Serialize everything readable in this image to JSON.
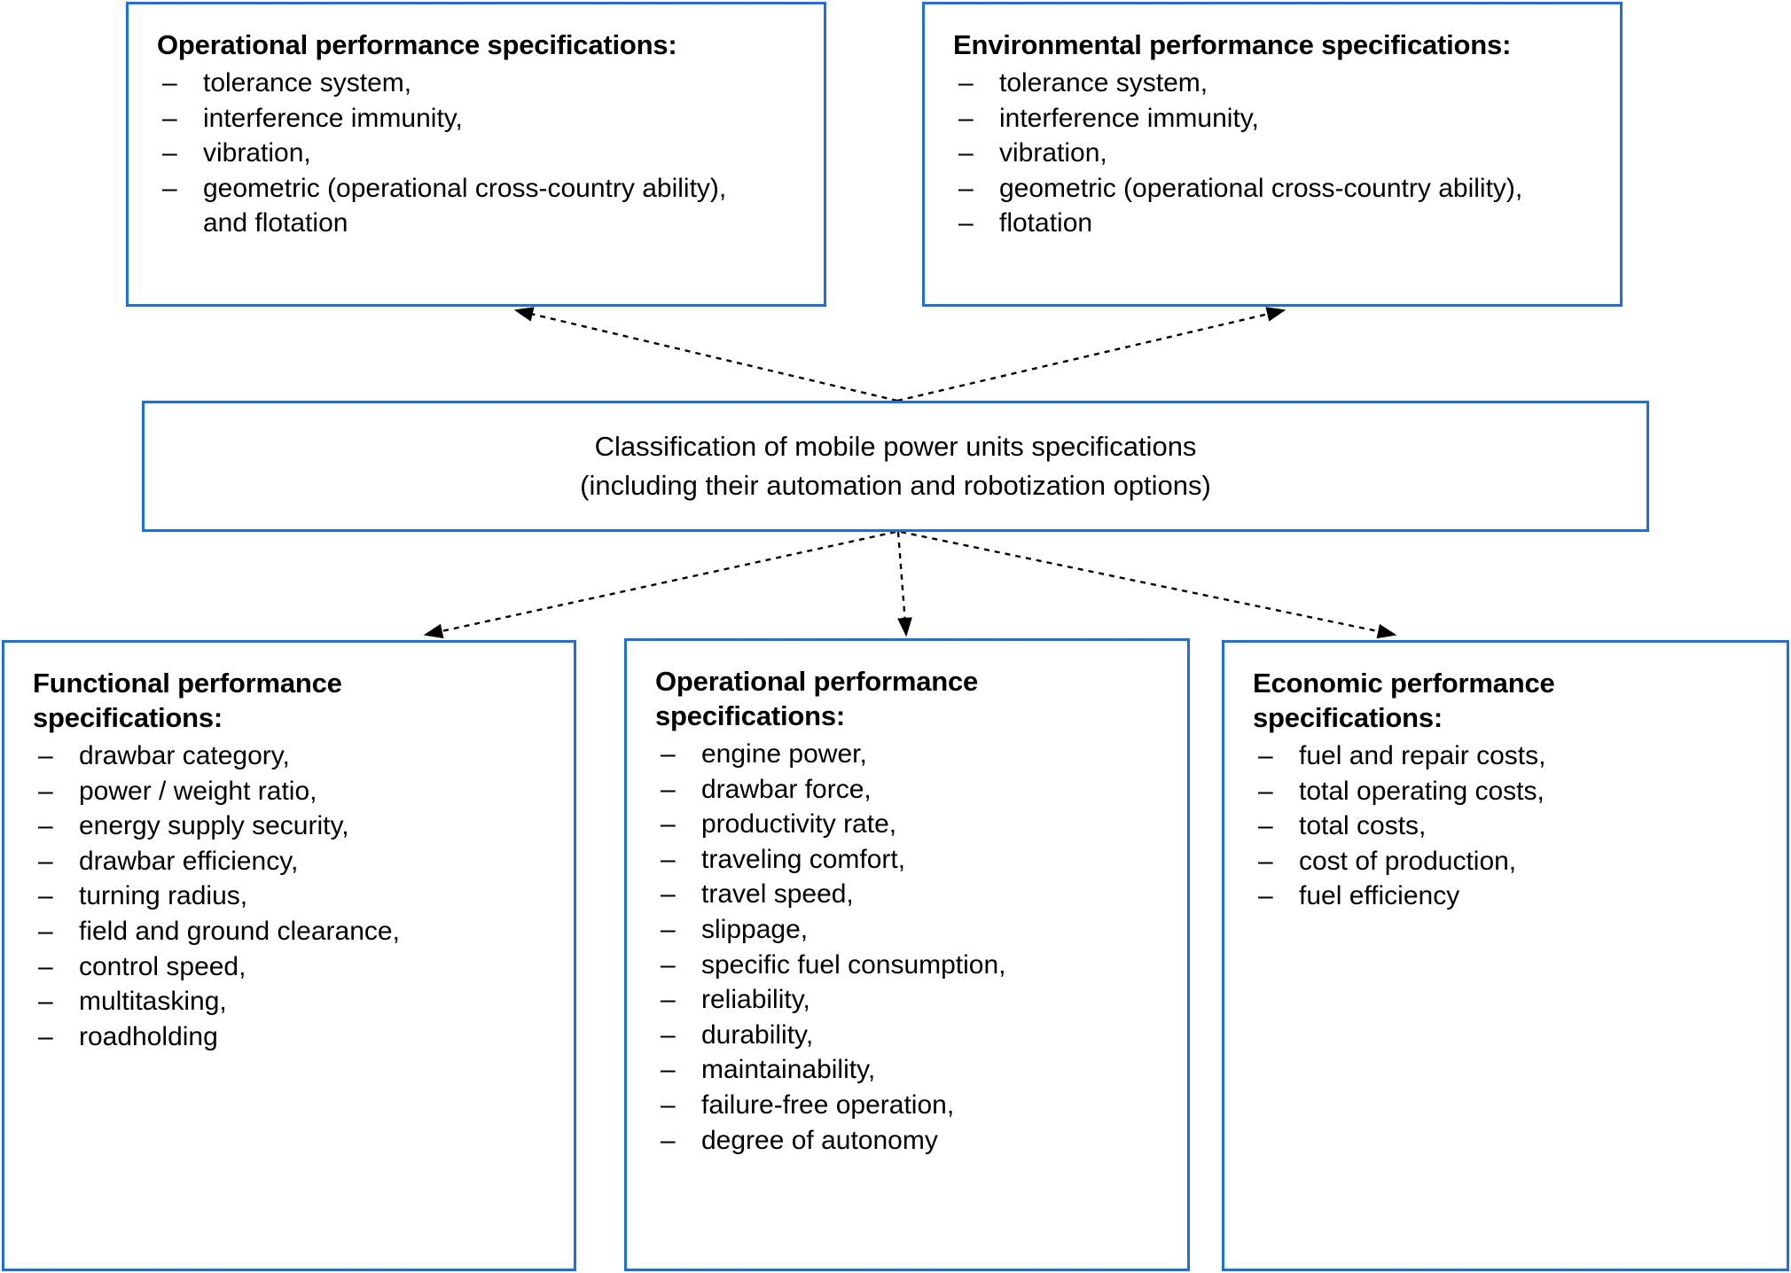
{
  "diagram": {
    "title": "Classification of mobile power units specifications",
    "accent_color": "#1a6fe8",
    "connector_color": "#000000",
    "background_color": "#ffffff"
  },
  "center": {
    "text": "Classification of mobile power units specifications\n(including their automation and robotization options)"
  },
  "top_boxes": [
    {
      "title": "Operational performance specifications:",
      "items": [
        "tolerance system,",
        "interference immunity,",
        "vibration,",
        "geometric (operational cross-country ability),\nand flotation"
      ]
    },
    {
      "title": "Environmental performance specifications:",
      "items": [
        "tolerance system,",
        "interference immunity,",
        "vibration,",
        "geometric (operational cross-country ability),",
        "flotation"
      ]
    }
  ],
  "bottom_boxes": [
    {
      "title": "Functional performance\nspecifications:",
      "items": [
        "drawbar category,",
        "power / weight ratio,",
        "energy supply security,",
        "drawbar efficiency,",
        "turning radius,",
        "field and ground clearance,",
        "control speed,",
        "multitasking,",
        "roadholding"
      ]
    },
    {
      "title": "Operational performance\nspecifications:",
      "items": [
        "engine power,",
        "drawbar force,",
        "productivity rate,",
        "traveling comfort,",
        "travel speed,",
        "slippage,",
        "specific fuel consumption,",
        "reliability,",
        "durability,",
        "maintainability,",
        "failure-free operation,",
        "degree of autonomy"
      ]
    },
    {
      "title": "Economic performance\nspecifications:",
      "items": [
        "fuel and repair costs,",
        "total operating costs,",
        "total costs,",
        "cost of production,",
        "fuel efficiency"
      ]
    }
  ],
  "bullet": {
    "dash": "–"
  }
}
